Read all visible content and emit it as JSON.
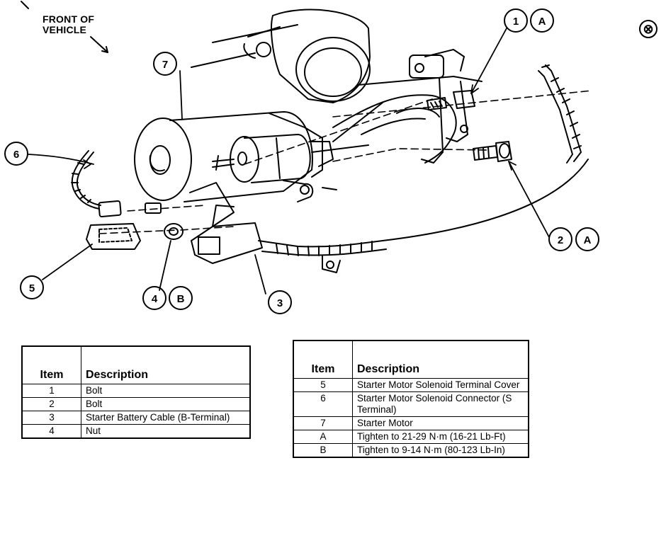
{
  "front_label_line1": "FRONT OF",
  "front_label_line2": "VEHICLE",
  "close_icon": "⊗",
  "callouts": {
    "c1": "1",
    "c1a": "A",
    "c2": "2",
    "c2a": "A",
    "c3": "3",
    "c4": "4",
    "c4b": "B",
    "c5": "5",
    "c6": "6",
    "c7": "7"
  },
  "tables": {
    "header_item": "Item",
    "header_description": "Description",
    "left_rows": [
      {
        "item": "1",
        "description": "Bolt"
      },
      {
        "item": "2",
        "description": "Bolt"
      },
      {
        "item": "3",
        "description": "Starter Battery Cable (B-Terminal)"
      },
      {
        "item": "4",
        "description": "Nut"
      }
    ],
    "right_rows": [
      {
        "item": "5",
        "description": "Starter Motor Solenoid Terminal Cover"
      },
      {
        "item": "6",
        "description": "Starter Motor Solenoid Connector (S Terminal)"
      },
      {
        "item": "7",
        "description": "Starter Motor"
      },
      {
        "item": "A",
        "description": "Tighten to 21-29 N·m (16-21 Lb-Ft)"
      },
      {
        "item": "B",
        "description": "Tighten to 9-14 N·m (80-123 Lb-In)"
      }
    ]
  }
}
